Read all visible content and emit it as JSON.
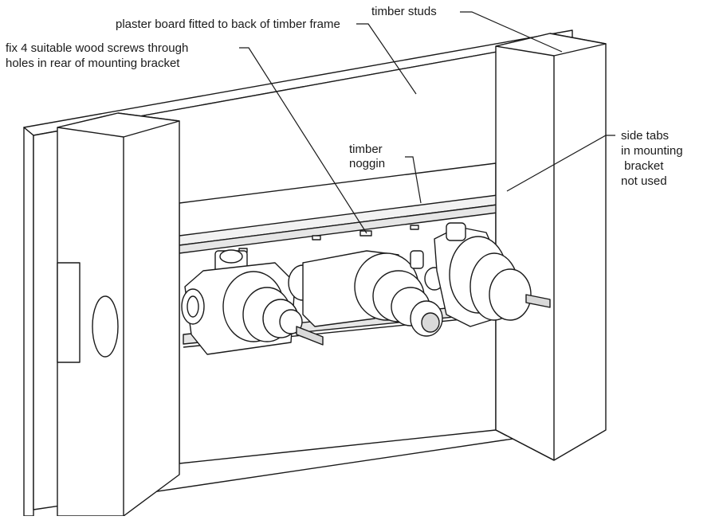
{
  "labels": {
    "plaster_board": "plaster board fitted to back of timber frame",
    "timber_studs": "timber studs",
    "wood_screws_line1": "fix 4 suitable wood screws through",
    "wood_screws_line2": "holes in rear of mounting bracket",
    "noggin_line1": "timber",
    "noggin_line2": "noggin",
    "side_tabs_line1": "side tabs",
    "side_tabs_line2": "in mounting",
    "side_tabs_line3": " bracket",
    "side_tabs_line4": "not used"
  }
}
